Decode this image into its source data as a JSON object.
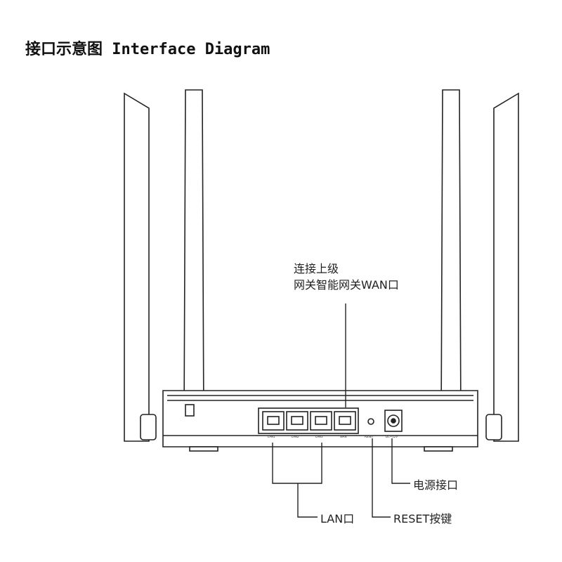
{
  "title": "接口示意图 Interface Diagram",
  "callouts": {
    "wan_line1": "连接上级",
    "wan_line2": "网关智能网关WAN口",
    "power": "电源接口",
    "lan": "LAN口",
    "reset": "RESET按键"
  },
  "ports": [
    "LAN1",
    "LAN2",
    "LAN3",
    "WAN",
    "RESET",
    "DC~12V"
  ],
  "icons": [
    "antenna",
    "ethernet-port",
    "reset-button",
    "dc-power-jack"
  ]
}
